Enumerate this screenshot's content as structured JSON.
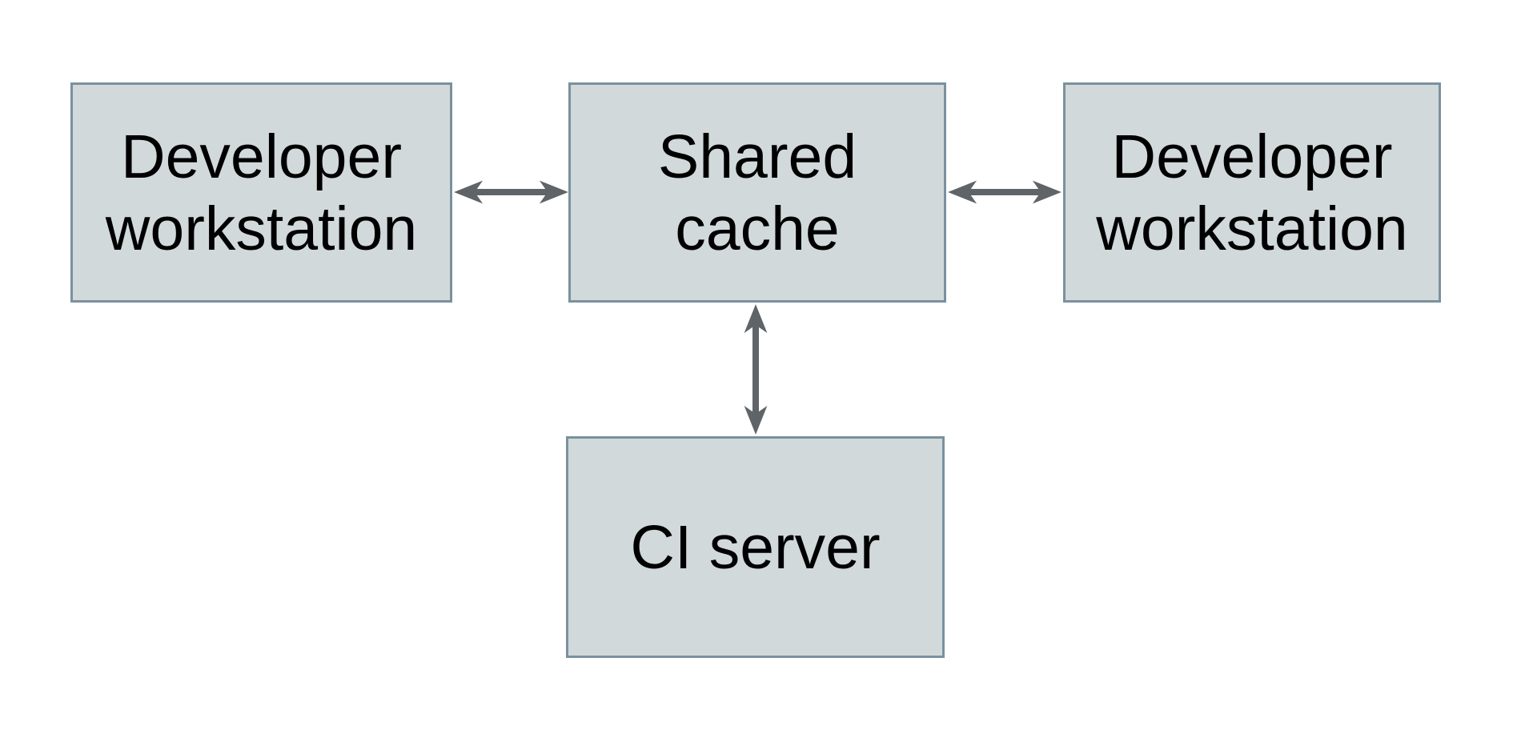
{
  "diagram": {
    "type": "architecture-diagram",
    "background_color": "#ffffff",
    "nodes": {
      "dev_left": {
        "label": "Developer\nworkstation"
      },
      "shared_cache": {
        "label": "Shared\ncache"
      },
      "dev_right": {
        "label": "Developer\nworkstation"
      },
      "ci_server": {
        "label": "CI server"
      }
    },
    "edges": [
      {
        "from": "dev_left",
        "to": "shared_cache",
        "direction": "bidirectional",
        "orientation": "horizontal"
      },
      {
        "from": "shared_cache",
        "to": "dev_right",
        "direction": "bidirectional",
        "orientation": "horizontal"
      },
      {
        "from": "shared_cache",
        "to": "ci_server",
        "direction": "bidirectional",
        "orientation": "vertical"
      }
    ],
    "colors": {
      "node_fill": "#d2d9db",
      "node_border": "#7a919e",
      "arrow": "#5e6468",
      "text": "#000000"
    }
  }
}
